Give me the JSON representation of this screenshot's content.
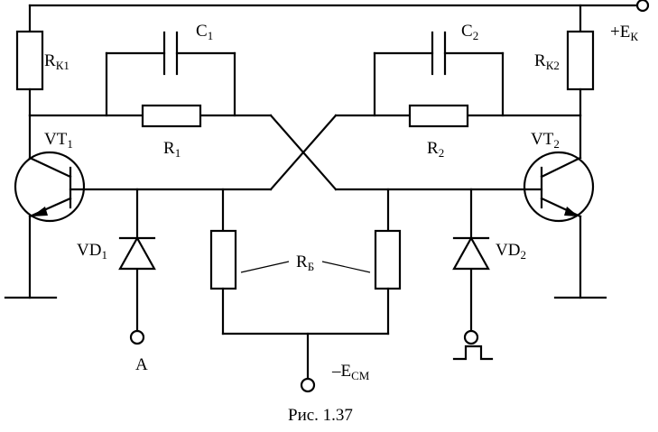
{
  "labels": {
    "rk1_main": "R",
    "rk1_sub": "К1",
    "rk2_main": "R",
    "rk2_sub": "К2",
    "c1_main": "C",
    "c1_sub": "1",
    "c2_main": "C",
    "c2_sub": "2",
    "r1_main": "R",
    "r1_sub": "1",
    "r2_main": "R",
    "r2_sub": "2",
    "vt1_main": "VT",
    "vt1_sub": "1",
    "vt2_main": "VT",
    "vt2_sub": "2",
    "vd1_main": "VD",
    "vd1_sub": "1",
    "vd2_main": "VD",
    "vd2_sub": "2",
    "rb_main": "R",
    "rb_sub": "Б",
    "ek_main": "+E",
    "ek_sub": "К",
    "ecm_main": "–E",
    "ecm_sub": "СМ",
    "input_a": "A"
  },
  "caption": "Рис. 1.37"
}
